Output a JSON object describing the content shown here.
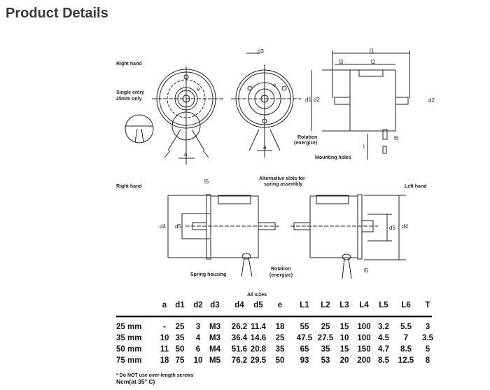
{
  "page_title": "Product Details",
  "drawing": {
    "top": {
      "right_hand": "Right hand",
      "single_entry_1": "Single entry",
      "single_entry_2": "25mm only",
      "rotation_1": "Rotation",
      "rotation_2": "(energize)",
      "mounting_holes": "Mounting holes",
      "dims": {
        "a1": "a",
        "a2": "a",
        "e1": "e",
        "e2": "e",
        "d3": "d3",
        "d1": "d1",
        "d2a": "d2",
        "d2b": "d2",
        "l1": "l1",
        "l2": "l2",
        "l3": "l3",
        "l6": "l6",
        "l": "l"
      }
    },
    "middle": {
      "right_hand": "Right hand",
      "left_hand": "Left hand",
      "alt_slots_1": "Alternative slots for",
      "alt_slots_2": "spring assembly",
      "spring_housing": "Spring housing",
      "rotation_1": "Rotation",
      "rotation_2": "(energize)",
      "dims": {
        "l5a": "l5",
        "l5b": "l5",
        "d4a": "d4",
        "d4b": "d4",
        "d5a": "d5",
        "d5b": "d5"
      }
    }
  },
  "table": {
    "all_sizes": "All sizes",
    "columns": [
      "a",
      "d1",
      "d2",
      "d3",
      "d4",
      "d5",
      "e",
      "L1",
      "L2",
      "L3",
      "L4",
      "L5",
      "L6",
      "T"
    ],
    "rows": [
      {
        "size": "25 mm",
        "values": [
          "-",
          "25",
          "3",
          "M3",
          "26.2",
          "11.4",
          "18",
          "55",
          "25",
          "15",
          "100",
          "3.2",
          "5.5",
          "3"
        ]
      },
      {
        "size": "35 mm",
        "values": [
          "10",
          "35",
          "4",
          "M3",
          "36.4",
          "14.6",
          "25",
          "47.5",
          "27.5",
          "10",
          "100",
          "4.5",
          "7",
          "3.5"
        ]
      },
      {
        "size": "50 mm",
        "values": [
          "11",
          "50",
          "6",
          "M4",
          "51.6",
          "20.8",
          "35",
          "65",
          "35",
          "15",
          "150",
          "4.7",
          "8.5",
          "5"
        ]
      },
      {
        "size": "75 mm",
        "values": [
          "18",
          "75",
          "10",
          "M5",
          "76.2",
          "29.5",
          "50",
          "93",
          "53",
          "20",
          "200",
          "8.5",
          "12.5",
          "8"
        ]
      }
    ],
    "note_1": "* Do NOT use over-length screws",
    "note_2": "Ncm(at 35° C)"
  }
}
